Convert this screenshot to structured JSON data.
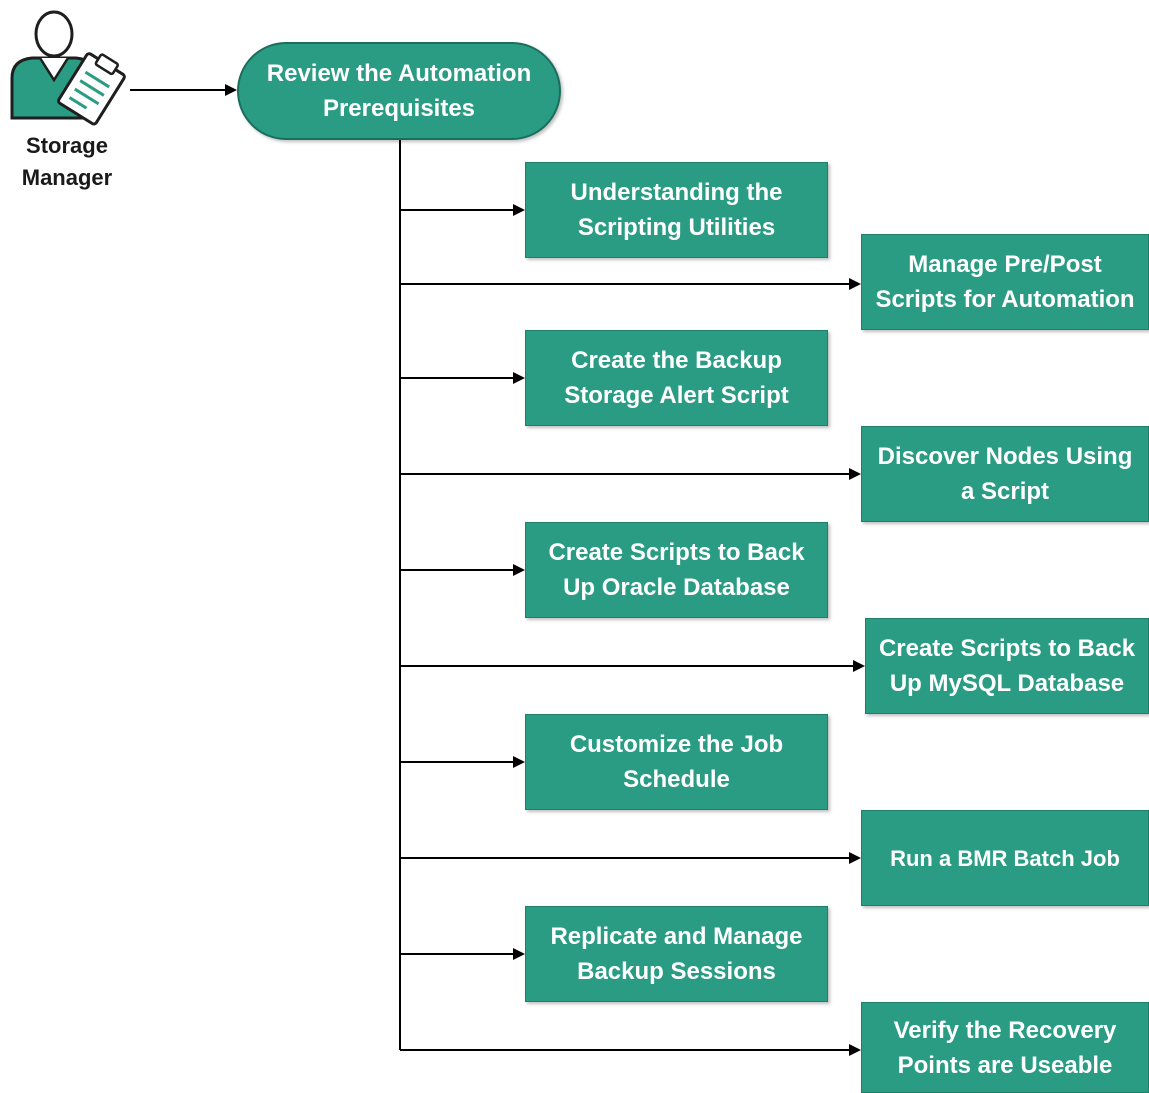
{
  "role": {
    "label": "Storage\nManager",
    "icon": "user-with-clipboard-icon"
  },
  "start_step": "Review the Automation\nPrerequisites",
  "steps": [
    "Understanding the\nScripting Utilities",
    "Manage Pre/Post\nScripts for Automation",
    "Create the Backup\nStorage Alert Script",
    "Discover Nodes Using\na Script",
    "Create Scripts to Back\nUp Oracle Database",
    "Create Scripts to Back\nUp MySQL Database",
    "Customize the Job\nSchedule",
    "Run a BMR Batch Job",
    "Replicate and Manage\nBackup Sessions",
    "Verify the Recovery\nPoints are Useable"
  ],
  "colors": {
    "box_fill": "#2a9c84",
    "box_border": "#1e7f6b",
    "text": "#ffffff",
    "connector": "#000000"
  }
}
